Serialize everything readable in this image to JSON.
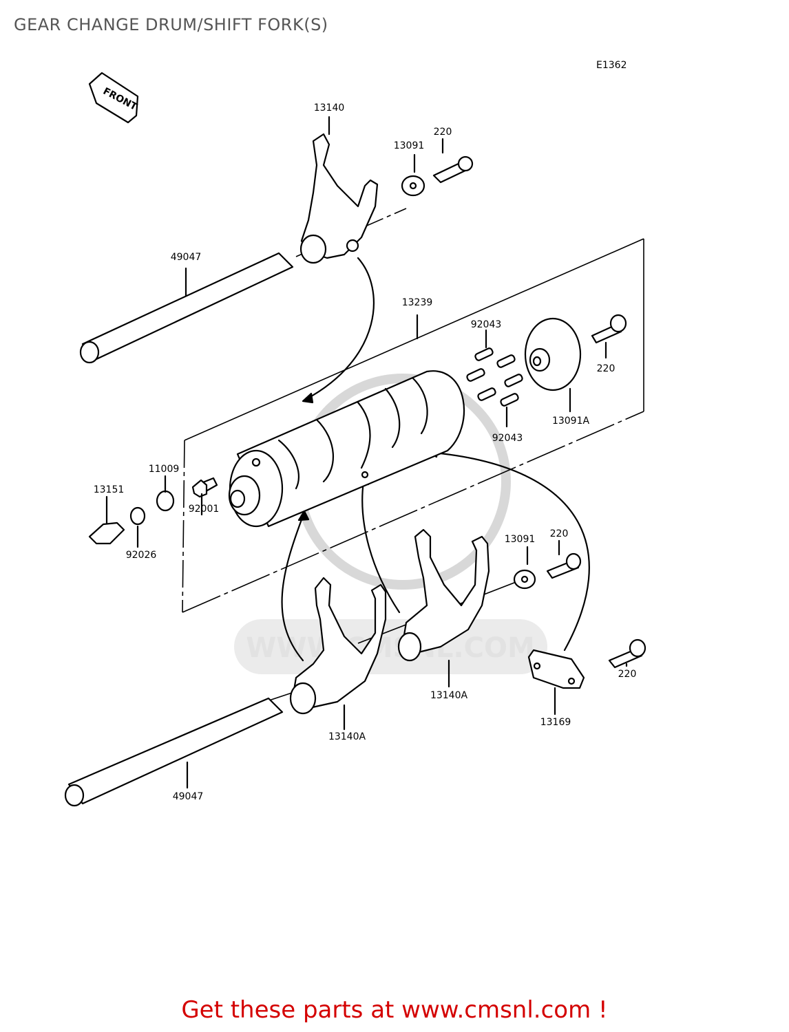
{
  "header": {
    "title": "GEAR CHANGE DRUM/SHIFT FORK(S)"
  },
  "diagram": {
    "code": "E1362",
    "front_label": "FRONT",
    "labels": {
      "fork_top": "13140",
      "washer_top": "13091",
      "bolt_top": "220",
      "shaft_top": "49047",
      "drum": "13239",
      "pins_top": "92043",
      "bolt_plate": "220",
      "plate_label": "13091A",
      "pins_bottom": "92043",
      "switch_washer": "11009",
      "switch": "13151",
      "plug_bolt": "92001",
      "oring": "92026",
      "washer_mid": "13091",
      "bolt_mid": "220",
      "fork_left": "13140A",
      "fork_right": "13140A",
      "bolt_low": "220",
      "holder": "13169",
      "shaft_bottom": "49047"
    },
    "watermark": "WWW.CMSNL.COM"
  },
  "footer": {
    "promo": "Get these parts at www.cmsnl.com !"
  },
  "colors": {
    "promo": "#d40000",
    "title": "#555555",
    "watermark": "#e0e0e0"
  }
}
